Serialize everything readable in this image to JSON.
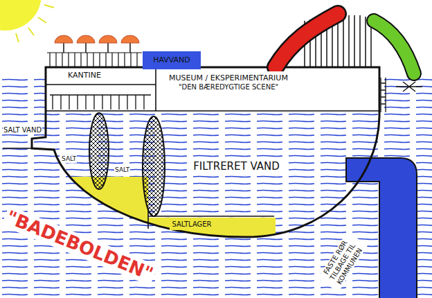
{
  "diagram": {
    "title": "\"BADEBOLDEN\"",
    "nodes": [
      {
        "text": [
          "KANTINE"
        ]
      },
      {
        "text": [
          "HAVVAND"
        ]
      },
      {
        "text": [
          "MUSEUM / EKSPERIMENTARIUM",
          "\"DEN BÆREDYGTIGE SCENE\""
        ]
      },
      {
        "text": [
          "FILTRERET VAND"
        ]
      },
      {
        "text": [
          "SALTLAGER"
        ]
      }
    ],
    "labels": [
      "SALT VAND",
      "SALT",
      "SALT",
      "FASTE RØR TILBAGE TIL KOMMUNEN"
    ]
  }
}
